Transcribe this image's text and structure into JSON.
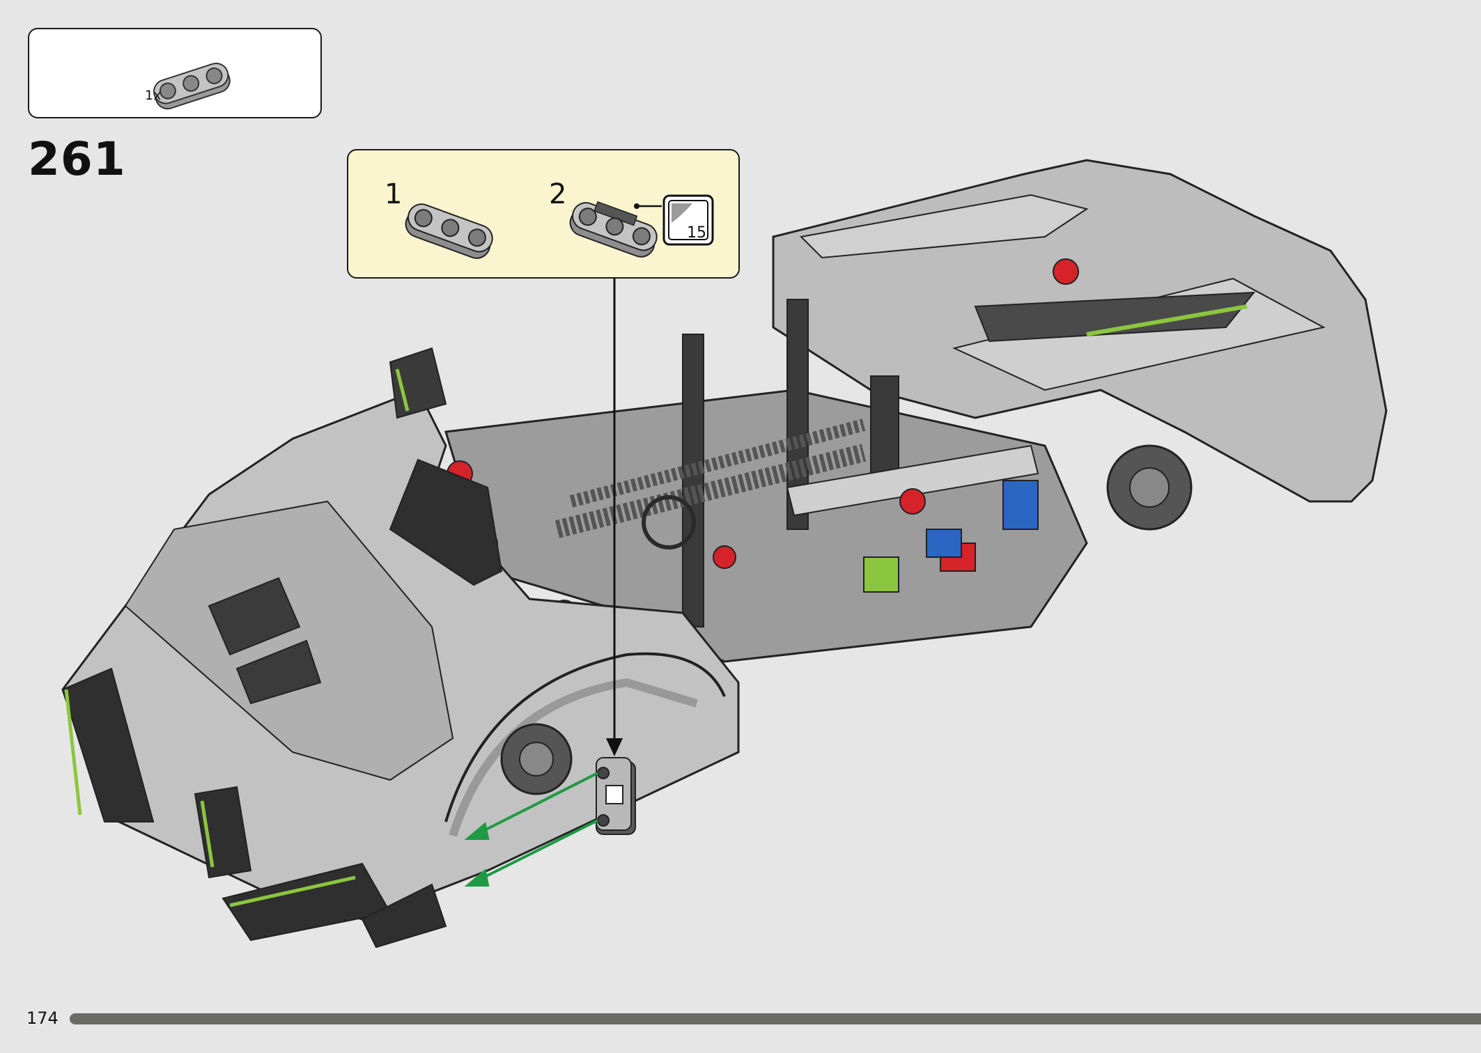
{
  "parts_list": {
    "quantity": "1x"
  },
  "step": {
    "number": "261"
  },
  "sub_assembly": {
    "steps": [
      {
        "label": "1"
      },
      {
        "label": "2"
      }
    ],
    "sticker_number": "15"
  },
  "footer": {
    "page_number": "174"
  },
  "colors": {
    "background": "#e6e6e6",
    "subassembly_background": "#fbf5cf",
    "arrow_green": "#1e9a43",
    "accent_lime": "#8cc63f",
    "progress_bar": "#6b6b66"
  }
}
